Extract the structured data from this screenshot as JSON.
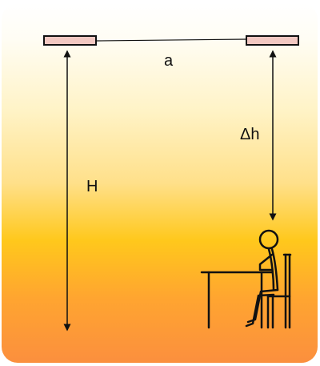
{
  "diagram": {
    "labels": {
      "horizontal_distance": "a",
      "height_difference": "Δh",
      "total_height": "H"
    },
    "colors": {
      "lamp_fill": "#f2c8c2",
      "stroke": "#111111",
      "gradient_top": "#ffffff",
      "gradient_mid": "#ffc81c",
      "gradient_bottom": "#fb8f3e"
    },
    "icons": {
      "left_lamp": "ceiling-lamp-icon",
      "right_lamp": "ceiling-lamp-icon",
      "person": "seated-person-at-desk-icon"
    }
  }
}
